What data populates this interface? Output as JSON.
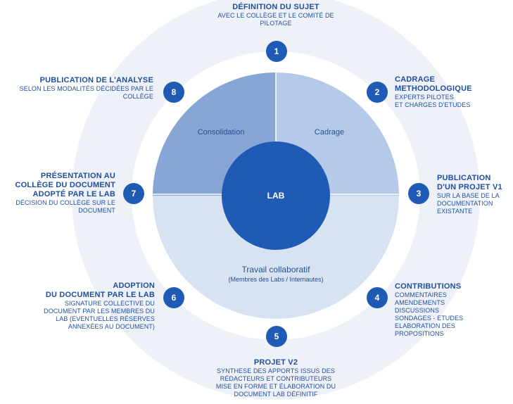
{
  "colors": {
    "outer_ring": "#eef2f8",
    "middle_ring": "#ffffff",
    "consolidation": "#86a6d6",
    "cadrage": "#b5c9e8",
    "travail": "#d8e3f2",
    "center": "#1f5bb5",
    "step": "#1f5bb5",
    "text": "#1f4e9c"
  },
  "center": {
    "label": "LAB"
  },
  "sectors": {
    "consolidation": "Consolidation",
    "cadrage": "Cadrage",
    "travail_title": "Travail collaboratif",
    "travail_sub": "(Membres des Labs / Internautes)"
  },
  "steps": [
    {
      "number": "1",
      "title": [
        "DÉFINITION DU SUJET"
      ],
      "lines": [
        "AVEC LE COLLÈGE ET LE COMITÉ DE",
        "PILOTAGE"
      ]
    },
    {
      "number": "2",
      "title": [
        "CADRAGE",
        "METHODOLOGIQUE"
      ],
      "lines": [
        "EXPERTS PILOTES",
        "ET CHARGES D'ETUDES"
      ]
    },
    {
      "number": "3",
      "title": [
        "PUBLICATION",
        "D'UN PROJET V1"
      ],
      "lines": [
        "SUR LA BASE DE LA",
        "DOCUMENTATION",
        "EXISTANTE"
      ]
    },
    {
      "number": "4",
      "title": [
        "CONTRIBUTIONS"
      ],
      "lines": [
        "COMMENTAIRES",
        "AMENDEMENTS",
        "DISCUSSIONS",
        "SONDAGES - ETUDES",
        "ELABORATION DES",
        "PROPOSITIONS"
      ]
    },
    {
      "number": "5",
      "title": [
        "PROJET V2"
      ],
      "lines": [
        "SYNTHESE DES APPORTS ISSUS DES",
        "RÉDACTEURS ET CONTRIBUTEURS",
        "MISE EN FORME ET ÉLABORATION DU",
        "DOCUMENT LAB DÉFINITIF"
      ]
    },
    {
      "number": "6",
      "title": [
        "ADOPTION",
        "DU DOCUMENT PAR LE LAB"
      ],
      "lines": [
        "SIGNATURE COLLECTIVE DU",
        "DOCUMENT PAR LES MEMBRES DU",
        "LAB (EVENTUELLES RÉSERVES",
        "ANNEXÉES AU DOCUMENT)"
      ]
    },
    {
      "number": "7",
      "title": [
        "PRÉSENTATION AU",
        "COLLÈGE DU DOCUMENT",
        "ADOPTÉ PAR LE LAB"
      ],
      "lines": [
        "DÉCISION DU COLLÈGE SUR LE",
        "DOCUMENT"
      ]
    },
    {
      "number": "8",
      "title": [
        "PUBLICATION DE L'ANALYSE"
      ],
      "lines": [
        "SELON LES MODALITÉS DÉCIDÉES PAR LE",
        "COLLÈGE"
      ]
    }
  ]
}
